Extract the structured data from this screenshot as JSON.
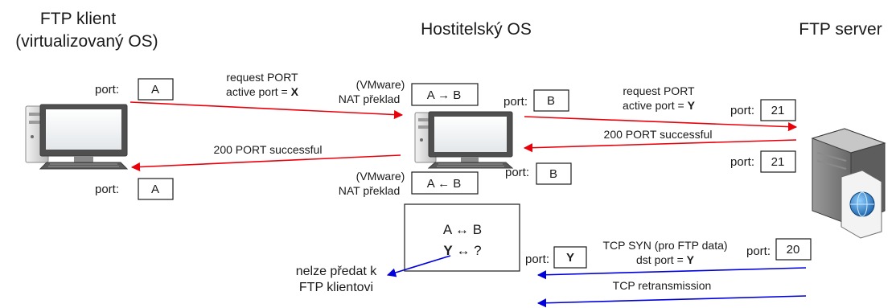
{
  "titles": {
    "client_line1": "FTP klient",
    "client_line2": "(virtualizovaný OS)",
    "host": "Hostitelský OS",
    "server": "FTP server"
  },
  "client": {
    "port_label": "port:",
    "port_out": "A",
    "port_in": "A"
  },
  "nat_out": {
    "line1": "(VMware)",
    "line2": "NAT překlad",
    "mapping": "A → B"
  },
  "nat_in": {
    "line1": "(VMware)",
    "line2": "NAT překlad",
    "mapping": "A ← B"
  },
  "host": {
    "port_label": "port:",
    "port_out": "B",
    "port_in": "B",
    "port_data": "Y"
  },
  "server": {
    "port_label": "port:",
    "port_cmd_in": "21",
    "port_cmd_out": "21",
    "port_data": "20"
  },
  "messages": {
    "req1_line1": "request PORT",
    "req1_line2_prefix": "active port = ",
    "req1_line2_value": "X",
    "req2_line1": "request PORT",
    "req2_line2_prefix": "active port = ",
    "req2_line2_value": "Y",
    "resp_server": "200 PORT successful",
    "resp_client": "200 PORT successful",
    "syn_line1": "TCP SYN (pro FTP data)",
    "syn_line2_prefix": "dst port = ",
    "syn_line2_value": "Y",
    "retrans": "TCP retransmission"
  },
  "nat_table": {
    "row1": "A ↔ B",
    "row2_key": "Y",
    "row2_rest": " ↔ ?"
  },
  "failure": {
    "line1": "nelze předat k",
    "line2": "FTP klientovi"
  },
  "colors": {
    "control_arrow": "#e8000b",
    "data_arrow": "#0000dd",
    "text": "#1a1a1a"
  }
}
